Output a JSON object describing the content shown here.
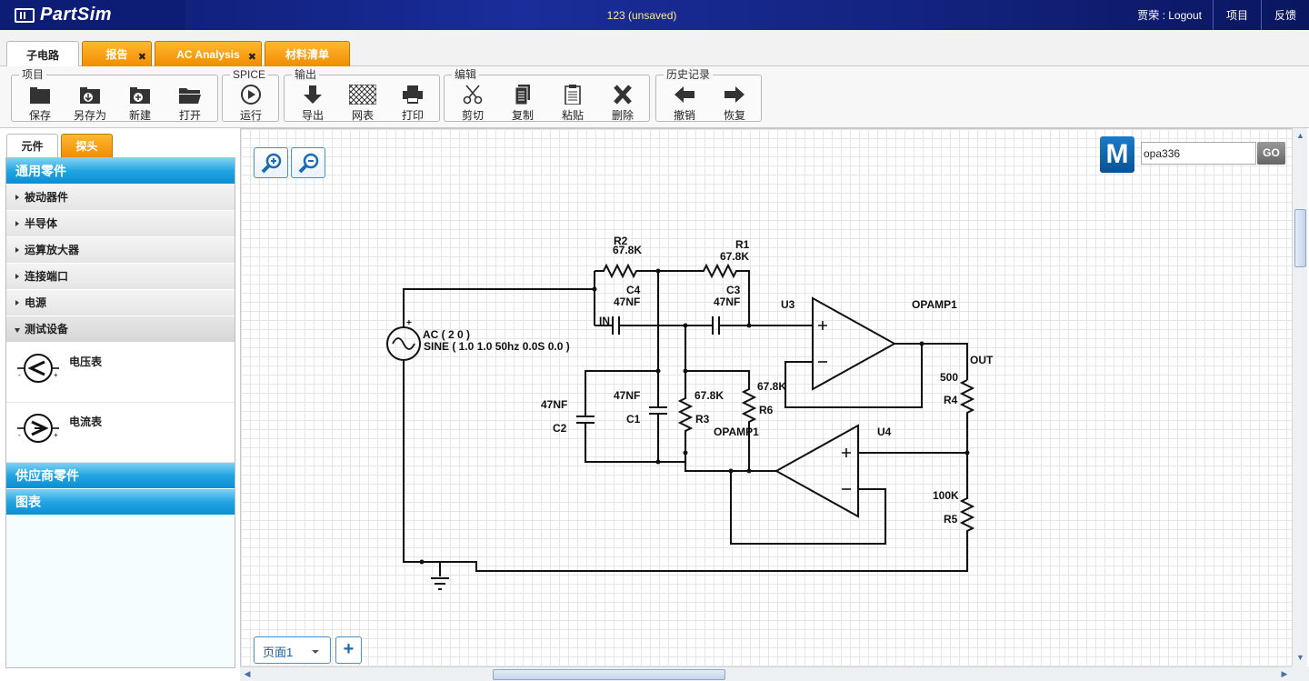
{
  "header": {
    "logo_text": "PartSim",
    "doc_title": "123 (unsaved)",
    "user_label": "贾荣 : Logout",
    "projects_label": "项目",
    "feedback_label": "反馈"
  },
  "doc_tabs": [
    {
      "label": "子电路",
      "active": true
    },
    {
      "label": "报告",
      "close": "✖"
    },
    {
      "label": "AC Analysis",
      "close": "✖"
    },
    {
      "label": "材料清单"
    }
  ],
  "toolbar": {
    "groups": {
      "project": "项目",
      "spice": "SPICE",
      "output": "输出",
      "edit": "编辑",
      "history": "历史记录"
    },
    "buttons": {
      "save": "保存",
      "save_as": "另存为",
      "new": "新建",
      "open": "打开",
      "run": "运行",
      "export": "导出",
      "netlist": "网表",
      "print": "打印",
      "cut": "剪切",
      "copy": "复制",
      "paste": "粘贴",
      "delete": "删除",
      "undo": "撤销",
      "redo": "恢复"
    }
  },
  "left_panel": {
    "tabs": [
      "元件",
      "探头"
    ],
    "sections": {
      "general": "通用零件",
      "vendor": "供应商零件",
      "charts": "图表"
    },
    "categories": [
      "被动器件",
      "半导体",
      "运算放大器",
      "连接端口",
      "电源",
      "测试设备"
    ],
    "components": [
      "电压表",
      "电流表"
    ]
  },
  "canvas": {
    "search_value": "opa336",
    "search_go": "GO",
    "mouser_letter": "M",
    "page_label": "页面1",
    "page_add": "+"
  },
  "schematic": {
    "labels": {
      "r2_name": "R2",
      "r2_val": "67.8K",
      "r1_name": "R1",
      "r1_val": "67.8K",
      "c4_name": "C4",
      "c4_val": "47NF",
      "c3_name": "C3",
      "c3_val": "47NF",
      "u3": "U3",
      "opamp_top": "OPAMP1",
      "in": "IN",
      "plus": "+",
      "ac_line1": "AC ( 2 0 )",
      "ac_line2": "SINE ( 1.0 1.0 50hz 0.0S 0.0 )",
      "out": "OUT",
      "r4_val": "500",
      "r4_name": "R4",
      "c2_val": "47NF",
      "c2_name": "C2",
      "c1_val": "47NF",
      "c1_name": "C1",
      "r3_val": "67.8K",
      "r3_name": "R3",
      "r6_val": "67.8K",
      "r6_name": "R6",
      "opamp_bottom": "OPAMP1",
      "u4": "U4",
      "r5_val": "100K",
      "r5_name": "R5"
    }
  },
  "colors": {
    "header_bg": "#13237f",
    "tab_orange": "#f28c00",
    "section_blue": "#23a4e2",
    "accent_blue": "#4a90c8"
  }
}
